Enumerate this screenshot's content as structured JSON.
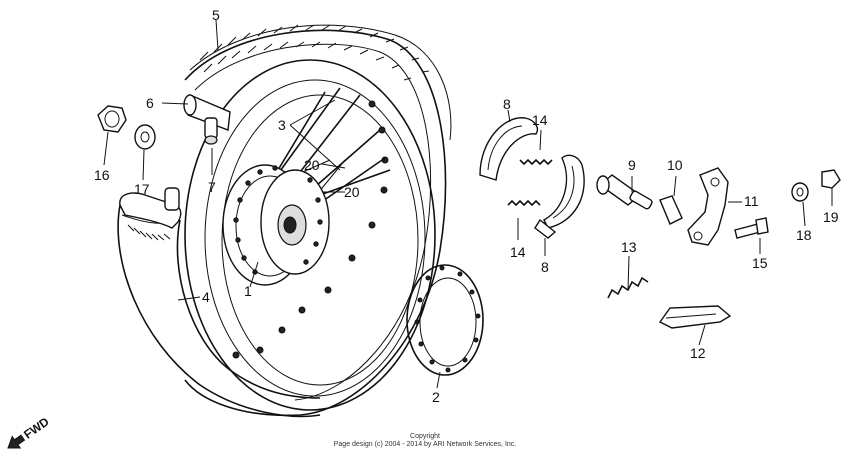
{
  "diagram": {
    "callouts": [
      {
        "id": "c1",
        "text": "1"
      },
      {
        "id": "c2",
        "text": "2"
      },
      {
        "id": "c3",
        "text": "3"
      },
      {
        "id": "c4",
        "text": "4"
      },
      {
        "id": "c5",
        "text": "5"
      },
      {
        "id": "c6",
        "text": "6"
      },
      {
        "id": "c7",
        "text": "7"
      },
      {
        "id": "c8a",
        "text": "8"
      },
      {
        "id": "c8b",
        "text": "8"
      },
      {
        "id": "c9",
        "text": "9"
      },
      {
        "id": "c10",
        "text": "10"
      },
      {
        "id": "c11",
        "text": "11"
      },
      {
        "id": "c12",
        "text": "12"
      },
      {
        "id": "c13",
        "text": "13"
      },
      {
        "id": "c14a",
        "text": "14"
      },
      {
        "id": "c14b",
        "text": "14"
      },
      {
        "id": "c15",
        "text": "15"
      },
      {
        "id": "c16",
        "text": "16"
      },
      {
        "id": "c17",
        "text": "17"
      },
      {
        "id": "c18",
        "text": "18"
      },
      {
        "id": "c19",
        "text": "19"
      },
      {
        "id": "c20a",
        "text": "20"
      },
      {
        "id": "c20b",
        "text": "20"
      }
    ],
    "direction_marker": "FWD",
    "copyright_line1": "Copyright",
    "copyright_line2": "Page design (c) 2004 - 2014 by ARI Network Services, Inc."
  }
}
